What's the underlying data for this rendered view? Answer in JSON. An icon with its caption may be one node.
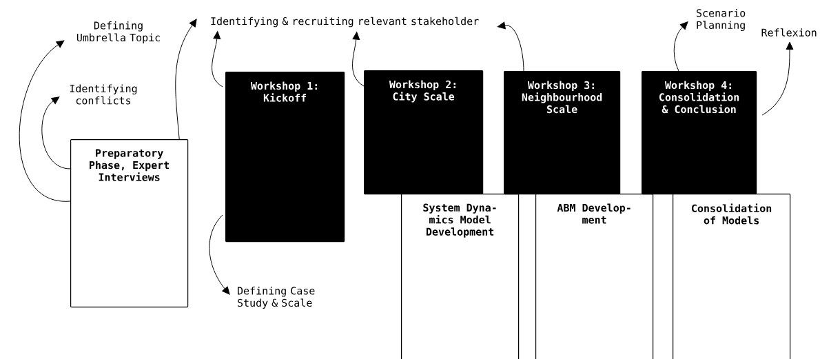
{
  "diagram": {
    "nodes": [
      {
        "text": [
          "Defining Umbrella Topic"
        ]
      },
      {
        "text": [
          "Identifying conflicts"
        ]
      },
      {
        "text": [
          "Preparatory Phase, Expert Interviews"
        ]
      },
      {
        "text": [
          "Identifying & recruiting relevant stakeholder"
        ]
      },
      {
        "text": [
          "Workshop 1: Kickoff"
        ]
      },
      {
        "text": [
          "Workshop 2: City Scale"
        ]
      },
      {
        "text": [
          "Workshop 3: Neighbourhood Scale"
        ]
      },
      {
        "text": [
          "Workshop 4: Consolidation & Conclusion"
        ]
      },
      {
        "text": [
          "Scenario Planning"
        ]
      },
      {
        "text": [
          "Reflexion"
        ]
      },
      {
        "text": [
          "Defining Case Study & Scale"
        ]
      },
      {
        "text": [
          "System Dyna- mics Model Development"
        ]
      },
      {
        "text": [
          "ABM Develop- ment"
        ]
      },
      {
        "text": [
          "Consolidation of Models"
        ]
      }
    ],
    "edges": [
      {
        "from": 2,
        "to": 0,
        "arrow": "to"
      },
      {
        "from": 2,
        "to": 1,
        "arrow": "to"
      },
      {
        "from": 2,
        "to": 3,
        "arrow": "to"
      },
      {
        "from": 4,
        "to": 3,
        "arrow": "to"
      },
      {
        "from": 5,
        "to": 3,
        "arrow": "to"
      },
      {
        "from": 6,
        "to": 3,
        "arrow": "to"
      },
      {
        "from": 7,
        "to": 8,
        "arrow": "to"
      },
      {
        "from": 7,
        "to": 9,
        "arrow": "to"
      },
      {
        "from": 4,
        "to": 10,
        "arrow": "to"
      }
    ]
  }
}
